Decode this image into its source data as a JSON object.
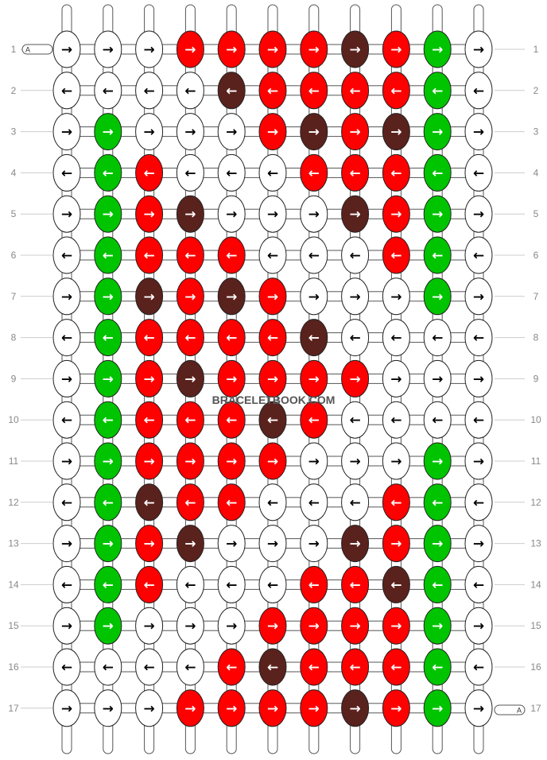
{
  "pattern": {
    "watermark": "BRACELETBOOK.COM",
    "row_labels": [
      "1",
      "2",
      "3",
      "4",
      "5",
      "6",
      "7",
      "8",
      "9",
      "10",
      "11",
      "12",
      "13",
      "14",
      "15",
      "16",
      "17"
    ],
    "start_marker": "A",
    "end_marker": "A",
    "colors": {
      "W": "#ffffff",
      "R": "#ff0000",
      "G": "#00c400",
      "B": "#5a221d"
    },
    "arrow_glyphs": {
      "right": "→",
      "left": "←"
    },
    "rows": [
      {
        "dir": "right",
        "knots": "WWWRRRRBRGW"
      },
      {
        "dir": "left",
        "knots": "WWWWBRRRRGW"
      },
      {
        "dir": "right",
        "knots": "WGWWWRBRBGW"
      },
      {
        "dir": "left",
        "knots": "WGRWWWRRRGW"
      },
      {
        "dir": "right",
        "knots": "WGRBWWWBRGW"
      },
      {
        "dir": "left",
        "knots": "WGRRRWWWRGW"
      },
      {
        "dir": "right",
        "knots": "WGBRBRWWWGW"
      },
      {
        "dir": "left",
        "knots": "WGRRRRBWWWW"
      },
      {
        "dir": "right",
        "knots": "WGRBRRRRWWW"
      },
      {
        "dir": "left",
        "knots": "WGRRRBRWWWW"
      },
      {
        "dir": "right",
        "knots": "WGRRRRWWWGW"
      },
      {
        "dir": "left",
        "knots": "WGBRRWWWRGW"
      },
      {
        "dir": "right",
        "knots": "WGRBWWWBRGW"
      },
      {
        "dir": "left",
        "knots": "WGRWWWRRBGW"
      },
      {
        "dir": "right",
        "knots": "WGWWWRRRRGW"
      },
      {
        "dir": "left",
        "knots": "WWWWRBRRRGW"
      },
      {
        "dir": "right",
        "knots": "WWWRRRRBRGW"
      }
    ]
  }
}
